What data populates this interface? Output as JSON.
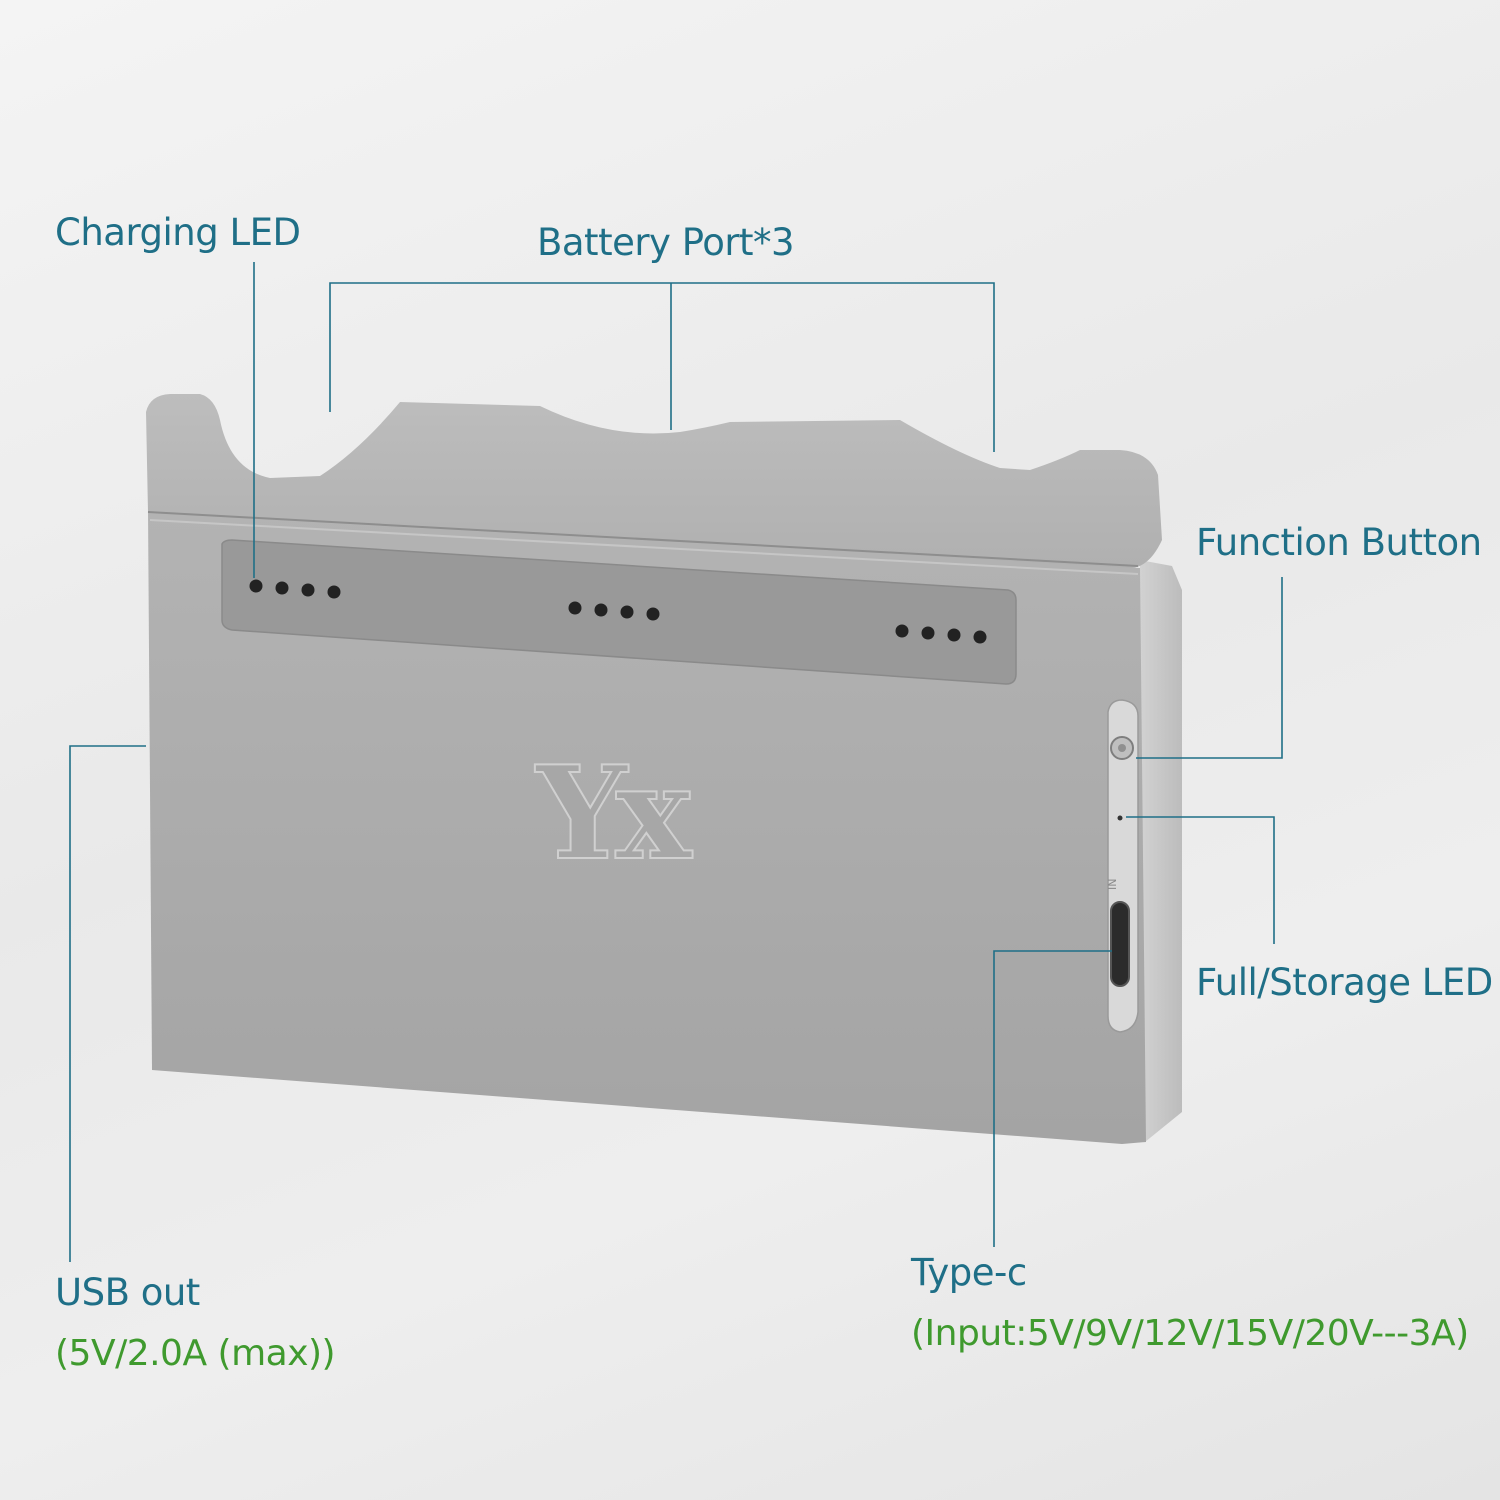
{
  "labels": {
    "charging_led": "Charging LED",
    "battery_port": "Battery Port*3",
    "function_button": "Function Button",
    "full_storage_led": "Full/Storage LED",
    "usb_out": "USB out",
    "usb_out_spec": "(5V/2.0A (max))",
    "type_c": "Type-c",
    "type_c_spec": "(Input:5V/9V/12V/15V/20V---3A)"
  },
  "device": {
    "logo_text": "Yx",
    "port_marking": "IN",
    "led_groups": 3,
    "leds_per_group": 4
  },
  "colors": {
    "label_text": "#1f6f87",
    "spec_text": "#3f9a2e",
    "leader_line": "#1f6f87",
    "device_body": "#a9a9a9",
    "led_dot": "#222222"
  }
}
